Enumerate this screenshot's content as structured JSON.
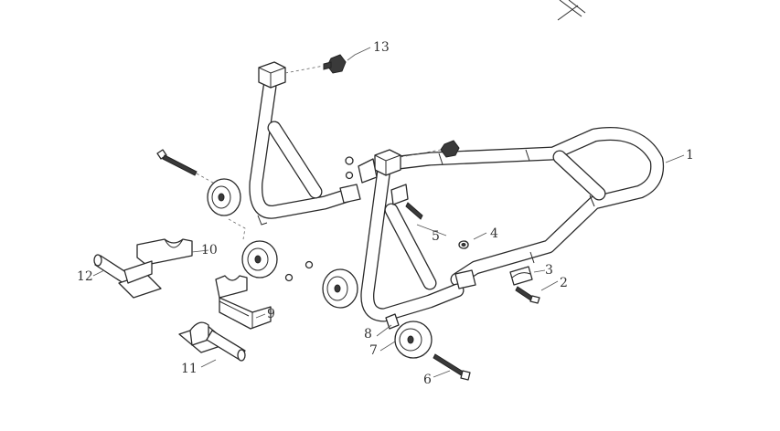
{
  "callouts": [
    {
      "id": "c1",
      "text": "1"
    },
    {
      "id": "c2",
      "text": "2"
    },
    {
      "id": "c3",
      "text": "3"
    },
    {
      "id": "c4",
      "text": "4"
    },
    {
      "id": "c5",
      "text": "5"
    },
    {
      "id": "c6",
      "text": "6"
    },
    {
      "id": "c7",
      "text": "7"
    },
    {
      "id": "c8",
      "text": "8"
    },
    {
      "id": "c9",
      "text": "9"
    },
    {
      "id": "c10",
      "text": "10"
    },
    {
      "id": "c11",
      "text": "11"
    },
    {
      "id": "c12",
      "text": "12"
    },
    {
      "id": "c13",
      "text": "13"
    }
  ],
  "colors": {
    "line": "#2a2a2a",
    "background": "#ffffff"
  }
}
